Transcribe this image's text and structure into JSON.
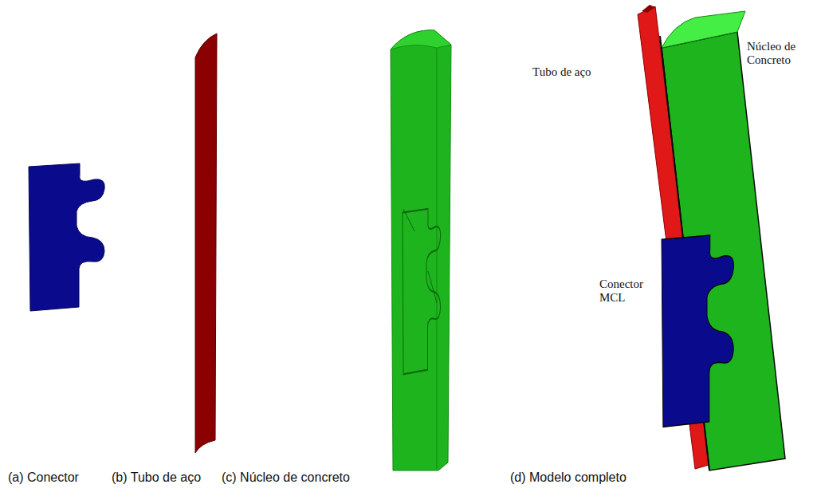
{
  "diagram": {
    "labels": [
      "(a) Conector",
      "(b) Tubo de aço",
      "(c) Núcleo de concreto",
      "(d) Modelo completo",
      "Tubo de aço",
      "Núcleo de Concreto",
      "Conector MCL"
    ]
  }
}
